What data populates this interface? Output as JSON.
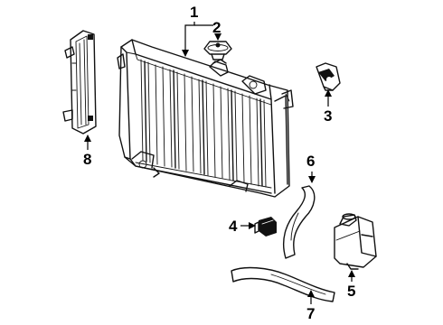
{
  "callouts": {
    "c1": "1",
    "c2": "2",
    "c3": "3",
    "c4": "4",
    "c5": "5",
    "c6": "6",
    "c7": "7",
    "c8": "8"
  },
  "parts": {
    "p1": "radiator-icon",
    "p2": "radiator-cap-icon",
    "p3": "mounting-bracket-icon",
    "p4": "clip-icon",
    "p5": "reservoir-tank-icon",
    "p6": "upper-hose-icon",
    "p7": "lower-hose-icon",
    "p8": "side-seal-icon"
  }
}
